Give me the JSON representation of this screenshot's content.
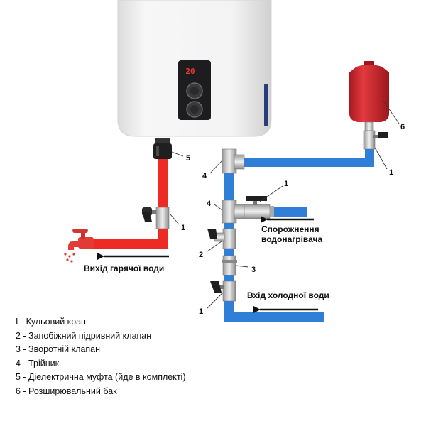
{
  "display": {
    "reading": "20"
  },
  "callouts": {
    "valve_mid_red": "1",
    "valve_drain": "1",
    "valve_tank": "1",
    "valve_cold": "1",
    "safety_valve": "2",
    "check_valve": "3",
    "tee_upper": "4",
    "tee_lower": "4",
    "coupling": "5",
    "tank": "6"
  },
  "labels": {
    "hot_out": "Вихід гарячої води",
    "cold_in": "Вхід холодної води",
    "drain_line1": "Спорожнення",
    "drain_line2": "водонагрівача"
  },
  "legend": [
    "I - Кульовий кран",
    "2 - Запобіжний підривний клапан",
    "3 - Зворотній клапан",
    "4 - Трійник",
    "5 - Діелектрична муфта (йде в комплекті)",
    "6 - Розширювальний бак"
  ],
  "colors": {
    "hot_pipe": "#ee2a24",
    "cold_pipe": "#2f7fd8",
    "heater_body": "#f2f2f2",
    "tank": "#d8242a",
    "display": "#e63a2e"
  }
}
